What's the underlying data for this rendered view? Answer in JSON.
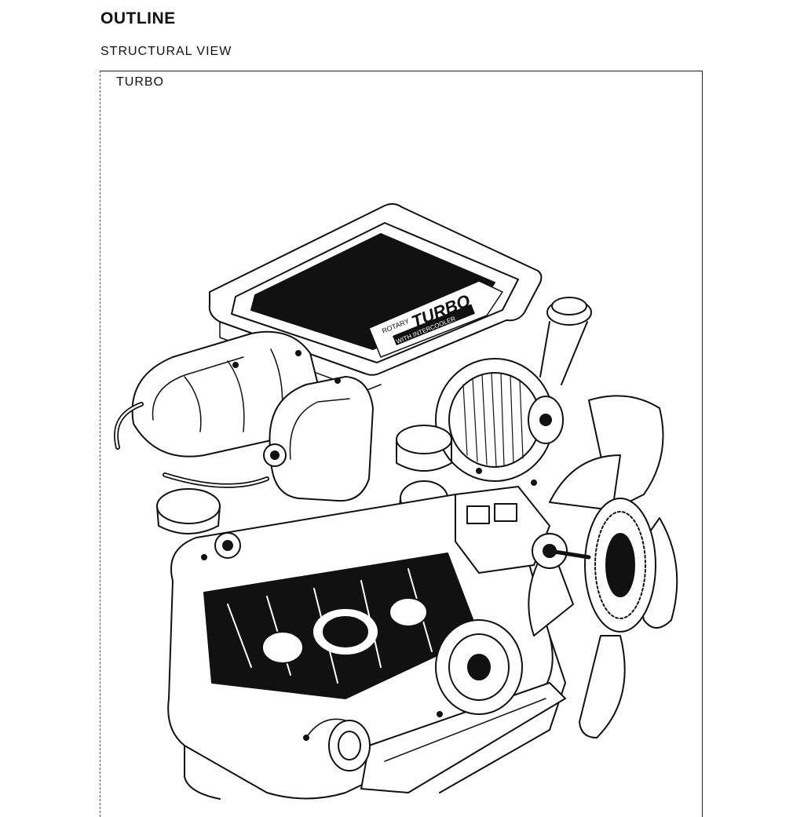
{
  "page": {
    "heading": "OUTLINE",
    "subheading": "STRUCTURAL VIEW",
    "frame_label": "TURBO"
  },
  "illustration": {
    "subject": "rotary-turbo-engine",
    "emblem_line1": "ROTARY",
    "emblem_line2": "TURBO",
    "emblem_line3": "WITH INTERCOOLER"
  }
}
